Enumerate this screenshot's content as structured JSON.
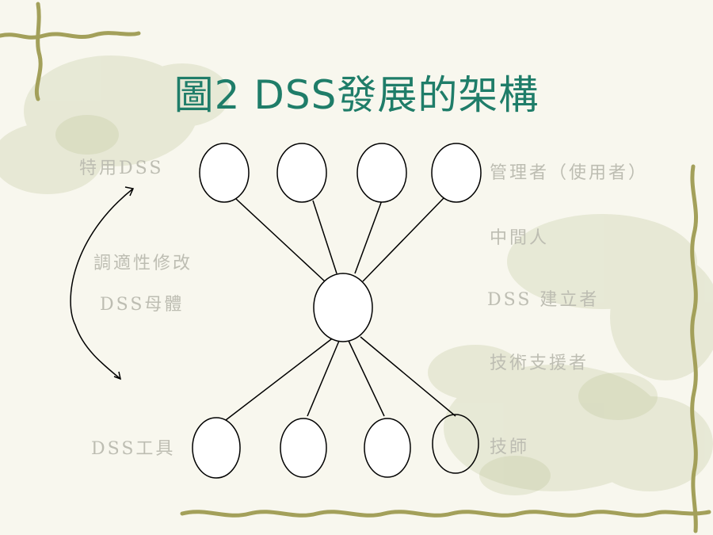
{
  "slide": {
    "title": "圖2 DSS發展的架構"
  },
  "diagram": {
    "left_labels": {
      "specific_dss": "特用DSS",
      "adaptive_modification": "調適性修改",
      "dss_generator": "DSS母體",
      "dss_tools": "DSS工具"
    },
    "right_labels": {
      "managers": "管理者（使用者）",
      "intermediary": "中間人",
      "dss_builder": "DSS 建立者",
      "tech_support": "技術支援者",
      "technician": "技師"
    },
    "colors": {
      "title": "#1f7d69",
      "labels": "#bdbdb2",
      "lines": "#000000",
      "vine": "#a3a05a"
    }
  }
}
